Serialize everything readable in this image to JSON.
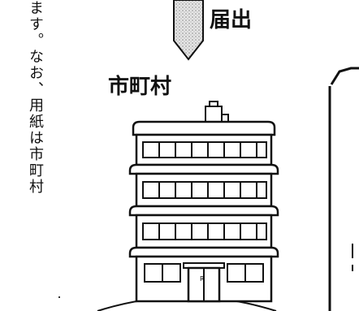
{
  "vertical_text": "ます。なお、用紙は市町村",
  "arrow_label": "届出",
  "building_label": "市町村",
  "door_mark": "R",
  "colors": {
    "ink": "#111111",
    "arrow_fill": "#c8c8c8",
    "background": "#ffffff"
  }
}
